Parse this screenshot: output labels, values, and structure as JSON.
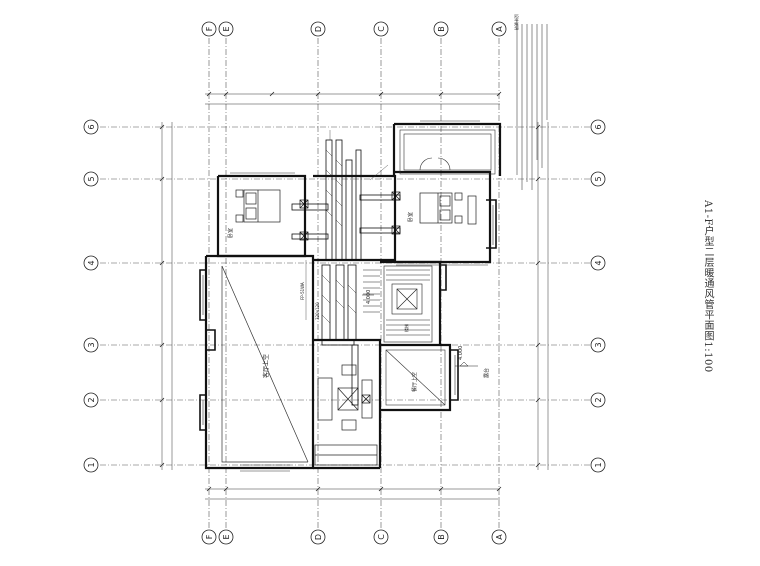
{
  "drawing": {
    "title": "A1-F户型二层暖通风管平面图1:100"
  },
  "axes": {
    "letters": [
      "F",
      "E",
      "D",
      "C",
      "B",
      "A"
    ],
    "numbers": [
      "6",
      "5",
      "4",
      "3",
      "2",
      "1"
    ]
  },
  "room_labels": {
    "living_void": "客厅上空",
    "dining_void": "餐厅上空",
    "bedroom_left": "卧室",
    "bedroom_right": "卧室",
    "stair": "楼梯",
    "terrace": "露台"
  },
  "annotations": {
    "elevation_a": "4.000",
    "elevation_b": "4.000",
    "fcu_tag": "FP-51WA",
    "duct_size": "320x120"
  },
  "notes_label": "设计说明"
}
